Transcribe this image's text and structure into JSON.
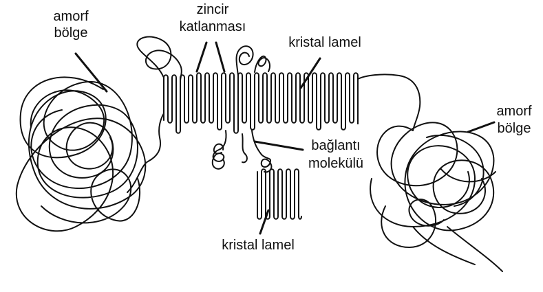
{
  "diagram": {
    "labels": {
      "amorphous_left_line1": "amorf",
      "amorphous_left_line2": "bölge",
      "chain_fold_line1": "zincir",
      "chain_fold_line2": "katlanması",
      "crystal_lamella_top": "kristal lamel",
      "tie_molecule_line1": "bağlantı",
      "tie_molecule_line2": "molekülü",
      "crystal_lamella_bottom": "kristal lamel",
      "amorphous_right_line1": "amorf",
      "amorphous_right_line2": "bölge"
    },
    "colors": {
      "ink": "#111111",
      "background": "#ffffff"
    }
  }
}
